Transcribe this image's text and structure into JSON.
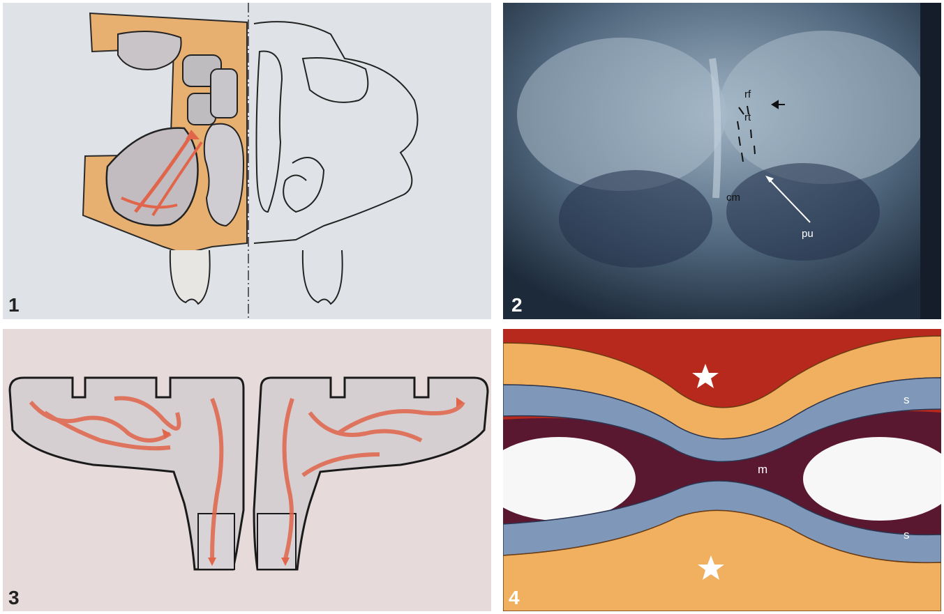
{
  "panels": [
    {
      "number": "1",
      "kind": "drawing",
      "colors": {
        "bone": "#e8b070",
        "background": "#dfe2e6",
        "airflow": "#e0654a"
      }
    },
    {
      "number": "2",
      "kind": "radiograph",
      "labels": {
        "rf": "rf",
        "rt": "rt",
        "cm": "cm",
        "pu": "pu"
      },
      "colors": {
        "background": "#3b4f63",
        "bone": "#a9bccb"
      }
    },
    {
      "number": "3",
      "kind": "drawing",
      "colors": {
        "background": "#e6dadb",
        "airflow": "#e0654a"
      }
    },
    {
      "number": "4",
      "kind": "drawing",
      "labels": {
        "m": "m",
        "s_top": "s",
        "s_bottom": "s"
      },
      "colors": {
        "background": "#b8291d",
        "epithelium": "#f0b060",
        "submucosa": "#7f97b8",
        "mucus": "#5a1830"
      }
    }
  ]
}
